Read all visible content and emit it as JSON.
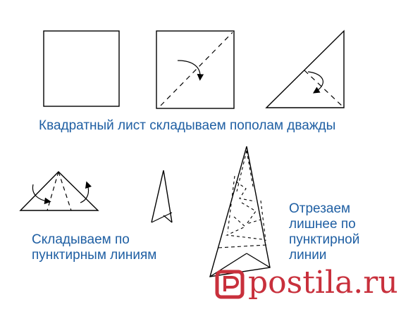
{
  "captions": {
    "fold_square": "Квадратный лист складываем пополам дважды",
    "fold_dotted": "Складываем по\nпунктирным линиям",
    "cut_excess": "Отрезаем\nлишнее по\nпунктирной\nлинии"
  },
  "colors": {
    "caption": "#1f5fa3",
    "lines": "#000000",
    "watermark": "#c8303c"
  },
  "watermark": {
    "text": "postila.ru",
    "icon": "postila-logo-icon"
  }
}
